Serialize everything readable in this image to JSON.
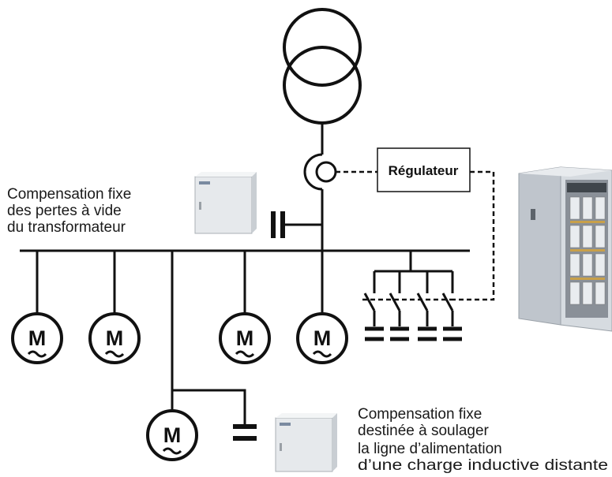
{
  "labels": {
    "regulator": "Régulateur",
    "fixed_transformer": [
      "Compensation fixe",
      "des pertes à vide",
      "du transformateur"
    ],
    "fixed_line": [
      "Compensation fixe",
      "destinée à soulager",
      "la ligne d’alimentation",
      "d’une charge inductive distante"
    ]
  },
  "motors": [
    {
      "id": "motor-1",
      "symbol": "M"
    },
    {
      "id": "motor-2",
      "symbol": "M"
    },
    {
      "id": "motor-3",
      "symbol": "M"
    },
    {
      "id": "motor-4",
      "symbol": "M"
    },
    {
      "id": "motor-5",
      "symbol": "M"
    }
  ],
  "colors": {
    "line": "#111111",
    "cabinet_body": "#c9cfd6",
    "box_body": "#e6e9ec"
  }
}
